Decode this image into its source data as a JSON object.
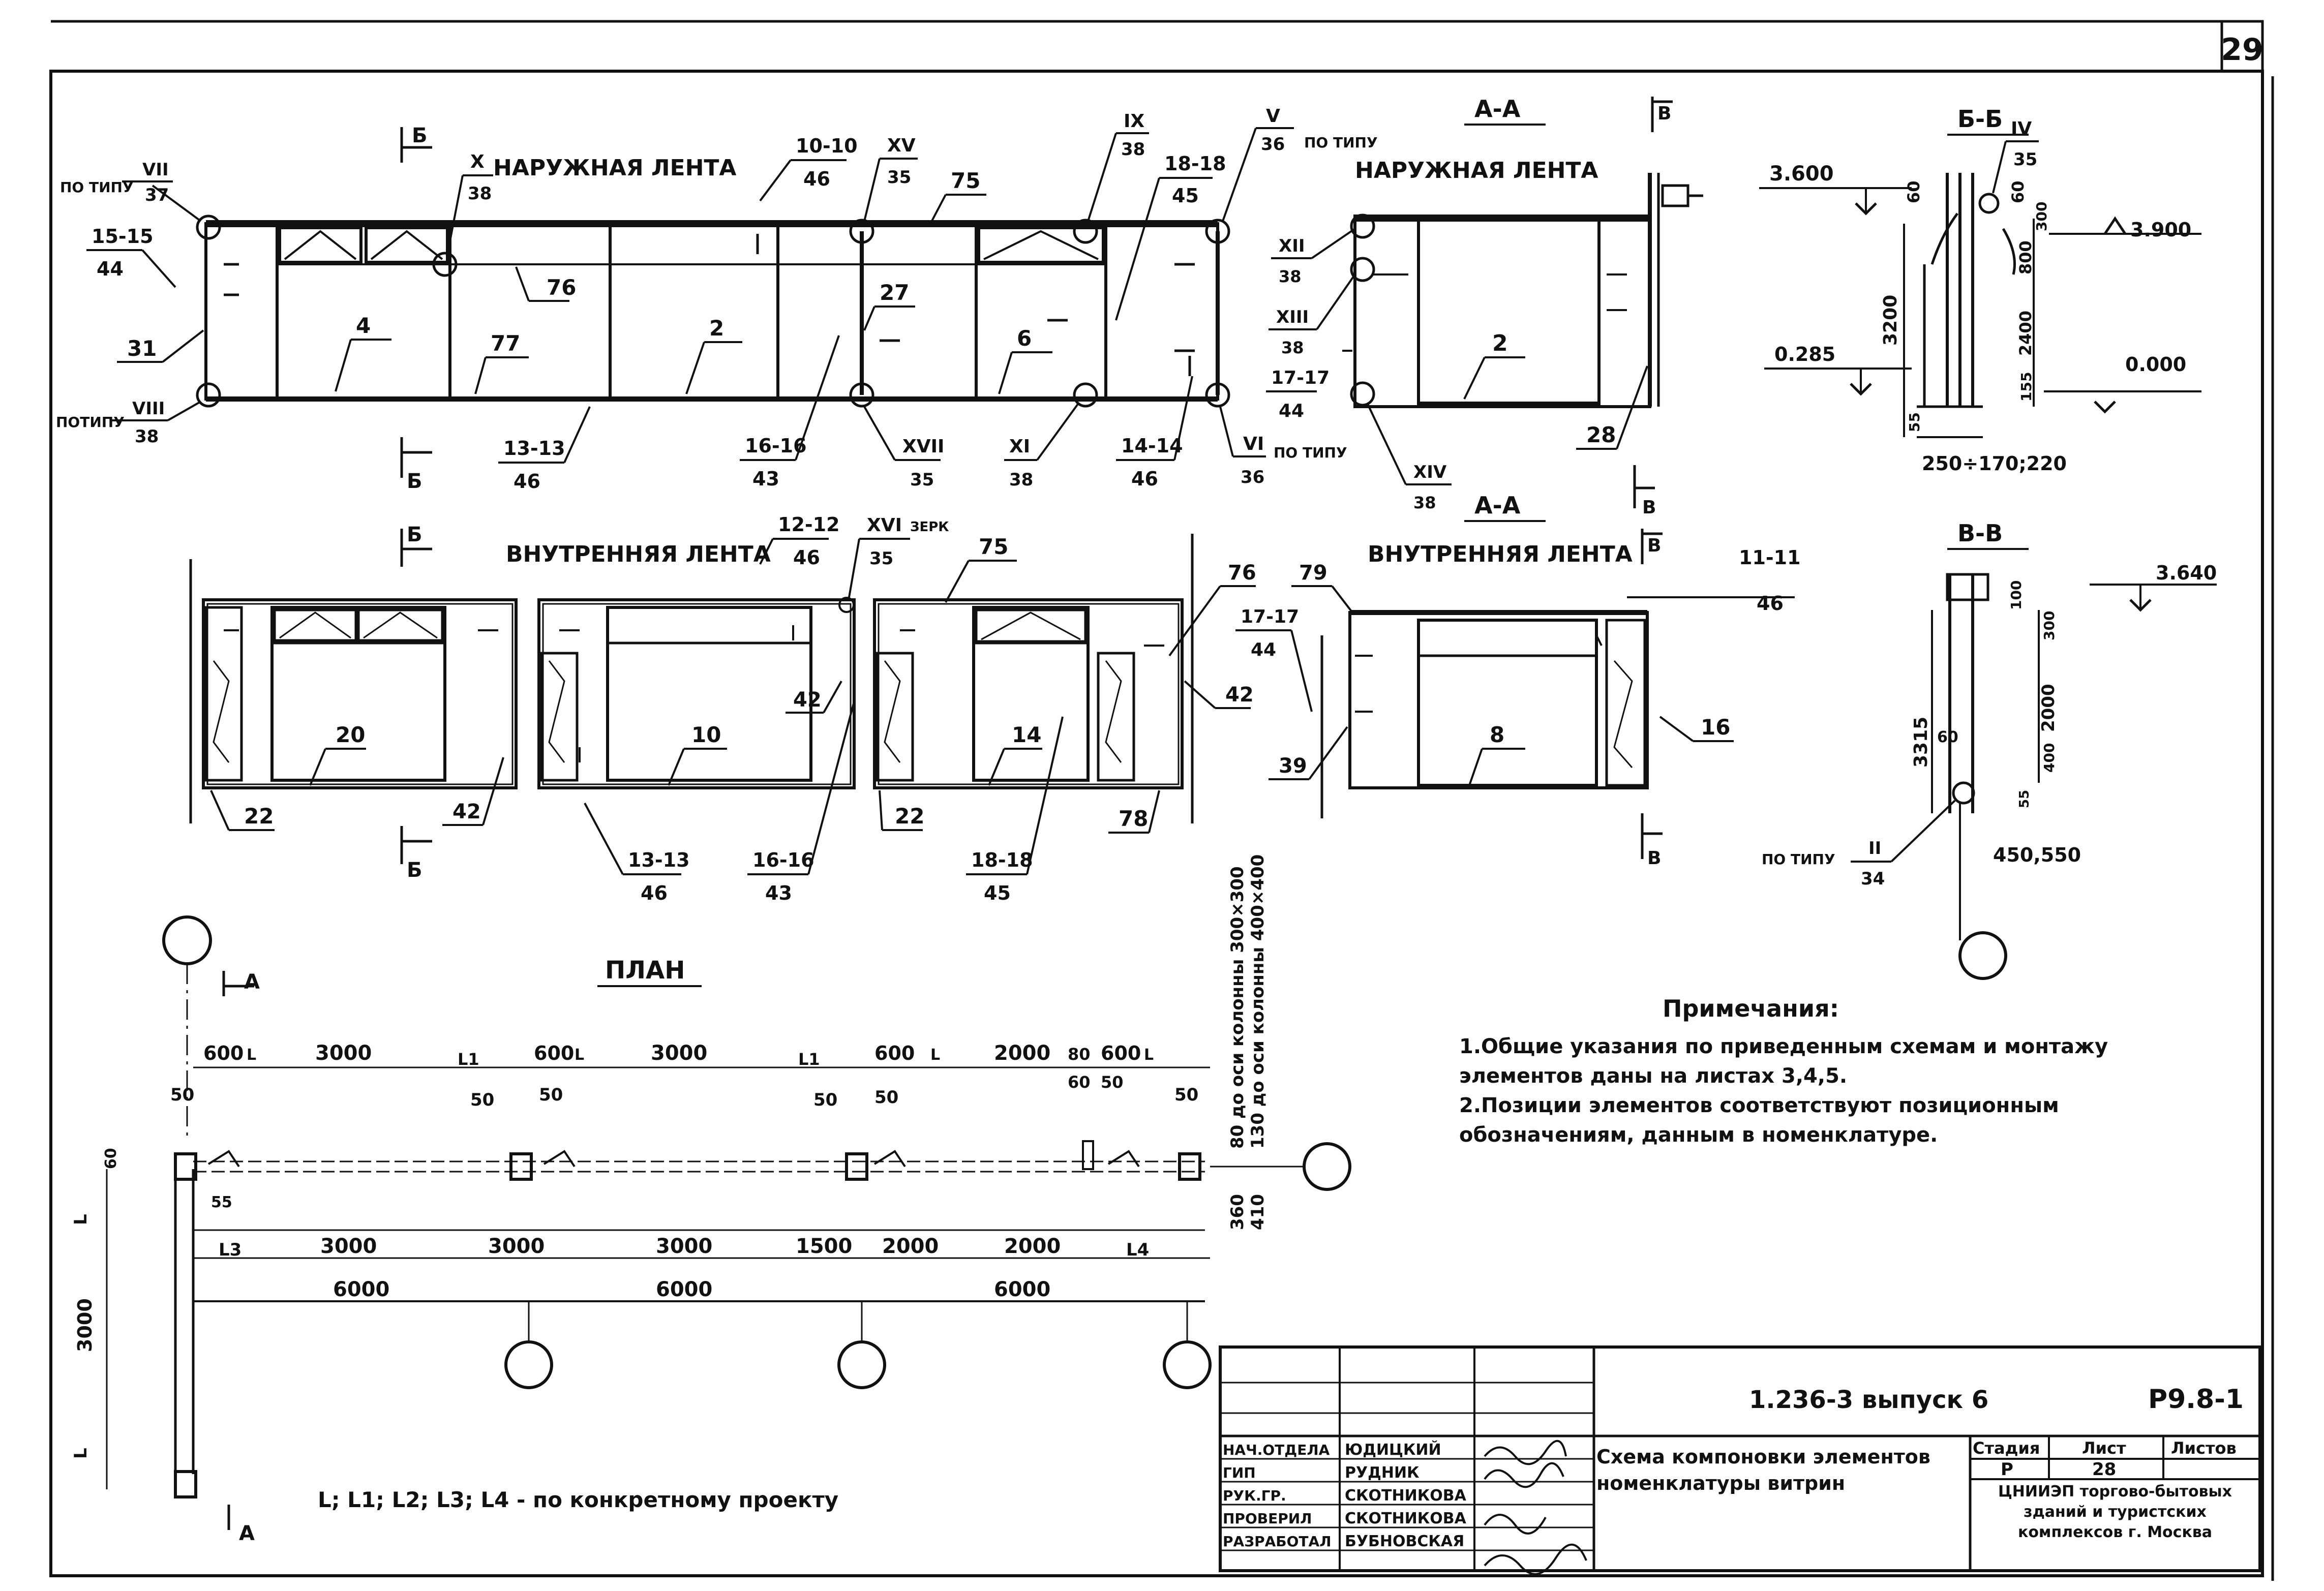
{
  "sheet_number": "29",
  "headings": {
    "outer_strip": "НАРУЖНАЯ ЛЕНТА",
    "outer_strip_aa": "НАРУЖНАЯ ЛЕНТА",
    "inner_strip": "ВНУТРЕННЯЯ ЛЕНТА",
    "inner_strip_aa": "ВНУТРЕННЯЯ ЛЕНТА",
    "section_aa_top": "А-А",
    "section_aa_bottom": "А-А",
    "section_bb": "Б-Б",
    "section_vv": "В-В",
    "plan": "ПЛАН"
  },
  "cuts": {
    "b": "Б",
    "v": "В",
    "a": "А"
  },
  "node_refs": [
    {
      "num": "VII",
      "den": "37",
      "note": "ПО ТИПУ"
    },
    {
      "num": "VIII",
      "den": "38",
      "note": "ПОТИПУ"
    },
    {
      "num": "X",
      "den": "38"
    },
    {
      "num": "XV",
      "den": "35"
    },
    {
      "num": "IX",
      "den": "38"
    },
    {
      "num": "V",
      "den": "36",
      "note": "ПО ТИПУ"
    },
    {
      "num": "XVII",
      "den": "35"
    },
    {
      "num": "XI",
      "den": "38"
    },
    {
      "num": "VI",
      "den": "36",
      "note": "ПО ТИПУ"
    },
    {
      "num": "XII",
      "den": "38"
    },
    {
      "num": "XIII",
      "den": "38"
    },
    {
      "num": "XIV",
      "den": "38"
    },
    {
      "num": "IV",
      "den": "35"
    },
    {
      "num": "XVI",
      "den": "35",
      "note": "ЗЕРК"
    },
    {
      "num": "II",
      "den": "34",
      "note": "ПО ТИПУ"
    }
  ],
  "section_refs": [
    {
      "num": "15-15",
      "den": "44"
    },
    {
      "num": "10-10",
      "den": "46"
    },
    {
      "num": "18-18",
      "den": "45"
    },
    {
      "num": "13-13",
      "den": "46"
    },
    {
      "num": "16-16",
      "den": "43"
    },
    {
      "num": "14-14",
      "den": "46"
    },
    {
      "num": "17-17",
      "den": "44"
    },
    {
      "num": "12-12",
      "den": "46"
    },
    {
      "num": "11-11",
      "den": "46"
    },
    {
      "num": "17-17",
      "den": "44"
    },
    {
      "num": "13-13",
      "den": "46"
    },
    {
      "num": "16-16",
      "den": "43"
    },
    {
      "num": "18-18",
      "den": "45"
    }
  ],
  "positions_outer": [
    "31",
    "4",
    "77",
    "76",
    "2",
    "27",
    "6",
    "75",
    "28",
    "2"
  ],
  "positions_inner": [
    "20",
    "22",
    "42",
    "10",
    "42",
    "14",
    "22",
    "75",
    "76",
    "42",
    "78",
    "79",
    "39",
    "8",
    "16"
  ],
  "levels": {
    "bb_top": "3.600",
    "bb_right": "3.900",
    "bb_left": "0.285",
    "bb_zero": "0.000",
    "vv_top": "3.640"
  },
  "dims_bb": [
    "60",
    "60",
    "300",
    "3200",
    "800",
    "2400",
    "155",
    "55",
    "250÷170;220"
  ],
  "dims_vv": [
    "100",
    "300",
    "3315",
    "2000",
    "60",
    "400",
    "55",
    "450,550"
  ],
  "plan_dims": {
    "top_row": [
      "600",
      "L",
      "3000",
      "L1",
      "600",
      "L",
      "3000",
      "L1",
      "600",
      "L",
      "2000",
      "80",
      "600",
      "L"
    ],
    "top_small": [
      "50",
      "50",
      "50",
      "50",
      "50",
      "60",
      "50",
      "50"
    ],
    "row2": [
      "L3",
      "3000",
      "3000",
      "3000",
      "1500",
      "2000",
      "2000",
      "L4"
    ],
    "row3": [
      "6000",
      "6000",
      "6000"
    ],
    "left": [
      "L",
      "3000",
      "L"
    ],
    "side": [
      "60",
      "55"
    ],
    "right_vertical": [
      "80 до оси колонны 300×300",
      "130 до оси колонны 400×400"
    ],
    "right_vertical_small": [
      "360",
      "410"
    ],
    "legend": "L; L1; L2; L3; L4 - по конкретному проекту"
  },
  "notes": {
    "title": "Примечания:",
    "items": [
      "1.Общие указания по приведенным схемам и монтажу элементов даны на листах 3,4,5.",
      "2.Позиции элементов соответствуют позиционным обозначениям, данным в номенклатуре."
    ]
  },
  "title_block": {
    "doc_code": "1.236-3 выпуск 6",
    "sheet_code": "Р9.8-1",
    "title": "Схема компоновки элементов номенклатуры витрин",
    "stage_label": "Стадия",
    "sheet_label": "Лист",
    "sheets_label": "Листов",
    "stage": "Р",
    "sheet": "28",
    "sheets": "",
    "org": "ЦНИИЭП торгово-бытовых зданий и туристских комплексов г. Москва",
    "people": [
      {
        "role": "НАЧ.ОТДЕЛА",
        "name": "ЮДИЦКИЙ"
      },
      {
        "role": "ГИП",
        "name": "РУДНИК"
      },
      {
        "role": "РУК.ГР.",
        "name": "СКОТНИКОВА"
      },
      {
        "role": "ПРОВЕРИЛ",
        "name": "СКОТНИКОВА"
      },
      {
        "role": "РАЗРАБОТАЛ",
        "name": "БУБНОВСКАЯ"
      }
    ]
  }
}
